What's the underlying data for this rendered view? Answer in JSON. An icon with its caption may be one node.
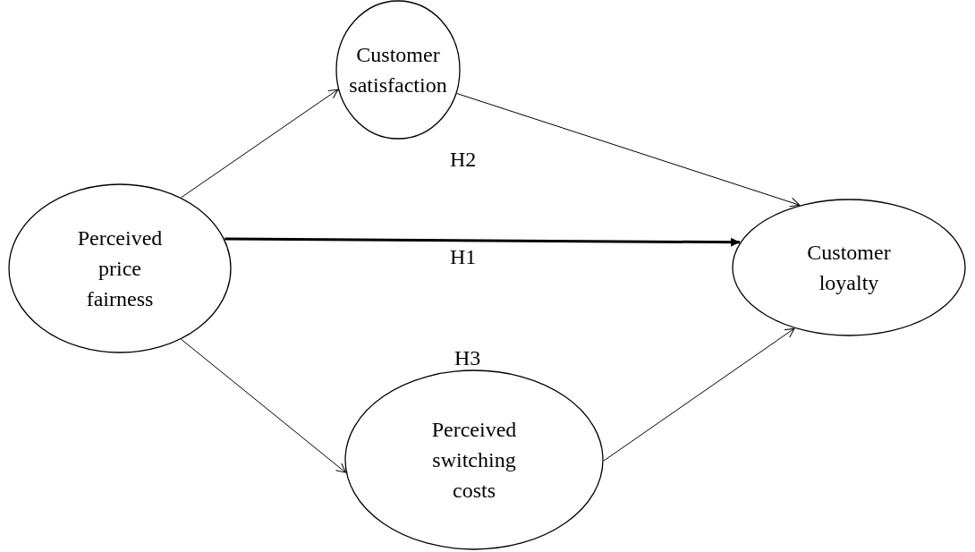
{
  "diagram": {
    "nodes": [
      {
        "text": [
          "Customer satisfaction"
        ]
      },
      {
        "text": [
          "Perceived price fairness"
        ]
      },
      {
        "text": [
          "Customer loyalty"
        ]
      },
      {
        "text": [
          "Perceived switching costs"
        ]
      }
    ],
    "edges": [
      {
        "from": 1,
        "to": 0,
        "arrow": "to"
      },
      {
        "from": 0,
        "to": 2,
        "arrow": "to"
      },
      {
        "from": 1,
        "to": 2,
        "arrow": "to",
        "style": "thick"
      },
      {
        "from": 1,
        "to": 3,
        "arrow": "to"
      },
      {
        "from": 3,
        "to": 2,
        "arrow": "to"
      }
    ],
    "labels": [
      "H2",
      "H1",
      "H3"
    ]
  }
}
